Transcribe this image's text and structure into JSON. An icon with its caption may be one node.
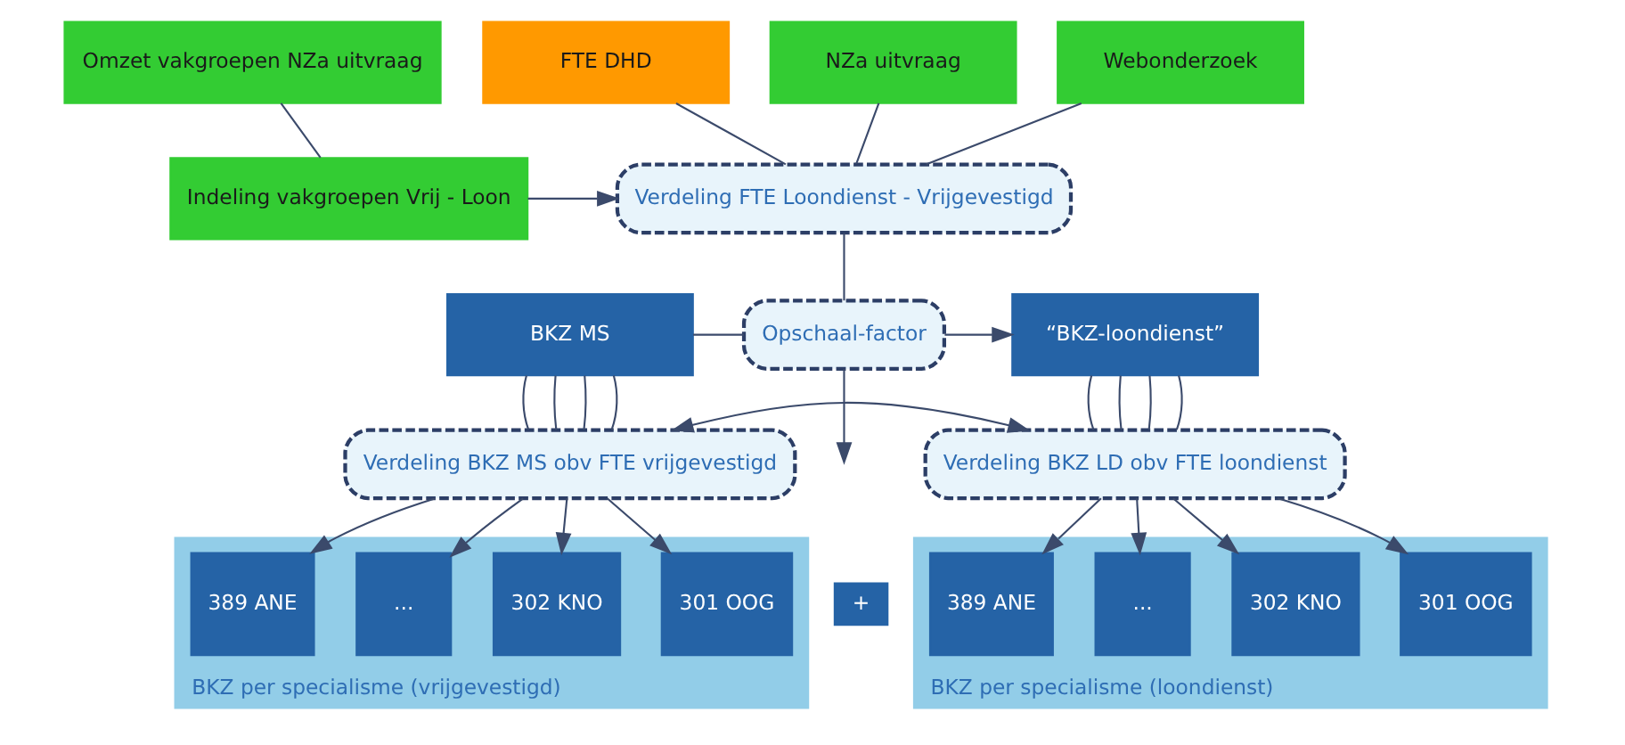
{
  "diagram": {
    "nodes": [
      {
        "text": [
          "Omzet vakgroepen NZa uitvraag"
        ]
      },
      {
        "text": [
          "FTE DHD"
        ]
      },
      {
        "text": [
          "NZa uitvraag"
        ]
      },
      {
        "text": [
          "Webonderzoek"
        ]
      },
      {
        "text": [
          "Indeling vakgroepen Vrij - Loon"
        ]
      },
      {
        "text": [
          "Verdeling FTE Loondienst - Vrijgevestigd"
        ]
      },
      {
        "text": [
          "BKZ MS"
        ]
      },
      {
        "text": [
          "Opschaal-factor"
        ]
      },
      {
        "text": [
          "“BKZ-loondienst”"
        ]
      },
      {
        "text": [
          "Verdeling BKZ MS obv FTE vrijgevestigd"
        ]
      },
      {
        "text": [
          "Verdeling BKZ LD obv FTE loondienst"
        ]
      },
      {
        "text": [
          "BKZ per specialisme (vrijgevestigd)"
        ]
      },
      {
        "text": [
          "301 OOG"
        ],
        "in": 11
      },
      {
        "text": [
          "302 KNO"
        ],
        "in": 11
      },
      {
        "text": [
          "..."
        ],
        "in": 11
      },
      {
        "text": [
          "389 ANE"
        ],
        "in": 11
      },
      {
        "text": [
          "+"
        ]
      },
      {
        "text": [
          "BKZ per specialisme (loondienst)"
        ]
      },
      {
        "text": [
          "301 OOG"
        ],
        "in": 17
      },
      {
        "text": [
          "302 KNO"
        ],
        "in": 17
      },
      {
        "text": [
          "..."
        ],
        "in": 17
      },
      {
        "text": [
          "389 ANE"
        ],
        "in": 17
      }
    ],
    "edges": [
      {
        "from": 0,
        "to": 4,
        "arrow": "none"
      },
      {
        "from": 1,
        "to": 5,
        "arrow": "none"
      },
      {
        "from": 2,
        "to": 5,
        "arrow": "none"
      },
      {
        "from": 3,
        "to": 5,
        "arrow": "none"
      },
      {
        "from": 4,
        "to": 5,
        "arrow": "to"
      },
      {
        "from": 5,
        "to": 7,
        "arrow": "none"
      },
      {
        "from": 6,
        "to": 7,
        "arrow": "none"
      },
      {
        "from": 7,
        "to": 8,
        "arrow": "to"
      },
      {
        "from": 7,
        "to": null,
        "arrow": "to"
      },
      {
        "from": 9,
        "to": 10,
        "arrow": "both"
      },
      {
        "from": 6,
        "to": 9,
        "arrow": "none"
      },
      {
        "from": 6,
        "to": 9,
        "arrow": "none"
      },
      {
        "from": 6,
        "to": 9,
        "arrow": "none"
      },
      {
        "from": 6,
        "to": 9,
        "arrow": "none"
      },
      {
        "from": 8,
        "to": 10,
        "arrow": "none"
      },
      {
        "from": 8,
        "to": 10,
        "arrow": "none"
      },
      {
        "from": 8,
        "to": 10,
        "arrow": "none"
      },
      {
        "from": 8,
        "to": 10,
        "arrow": "none"
      },
      {
        "from": 9,
        "to": 12,
        "arrow": "to"
      },
      {
        "from": 9,
        "to": 13,
        "arrow": "to"
      },
      {
        "from": 9,
        "to": 14,
        "arrow": "to"
      },
      {
        "from": 9,
        "to": 15,
        "arrow": "to"
      },
      {
        "from": 10,
        "to": 18,
        "arrow": "to"
      },
      {
        "from": 10,
        "to": 19,
        "arrow": "to"
      },
      {
        "from": 10,
        "to": 20,
        "arrow": "to"
      },
      {
        "from": 10,
        "to": 21,
        "arrow": "to"
      }
    ]
  }
}
